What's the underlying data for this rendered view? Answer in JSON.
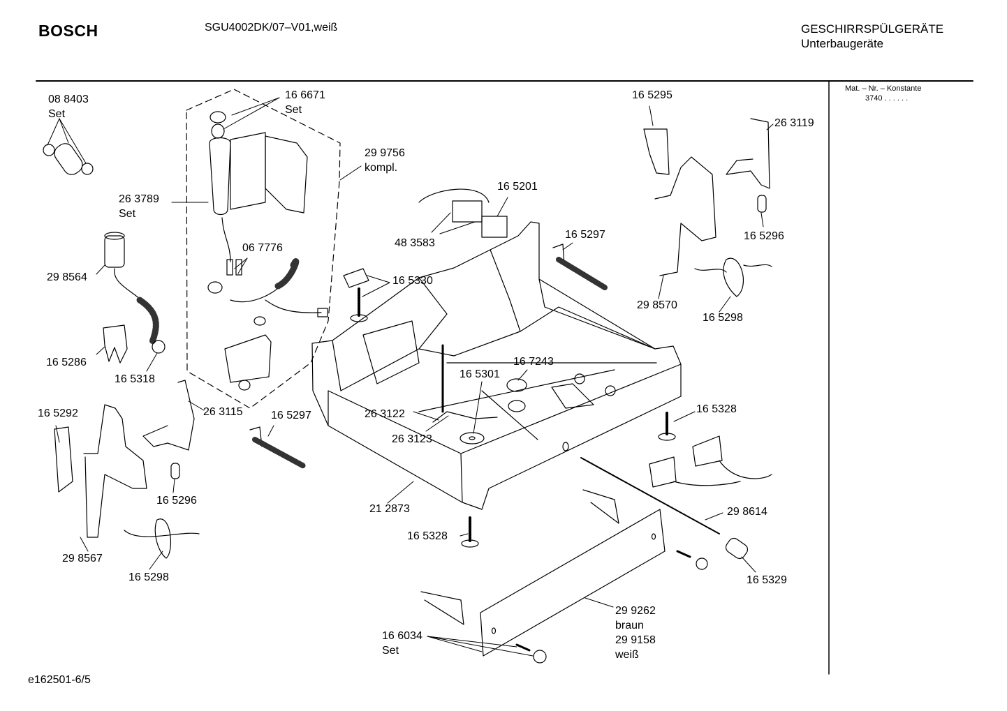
{
  "header": {
    "brand": "BOSCH",
    "model": "SGU4002DK/07–V01,weiß",
    "category": "GESCHIRRSPÜLGERÄTE",
    "subcategory": "Unterbaugeräte"
  },
  "sidebar": {
    "title": "Mat. – Nr. – Konstante",
    "value": "3740 .  .  .  .  .  ."
  },
  "footer": {
    "code": "e162501-6/5"
  },
  "parts": [
    {
      "lines": [
        "08 8403",
        "Set"
      ]
    },
    {
      "lines": [
        "16 6671",
        "Set"
      ]
    },
    {
      "lines": [
        "29 9756",
        "kompl."
      ]
    },
    {
      "lines": [
        "26 3789",
        "Set"
      ]
    },
    {
      "lines": [
        "06 7776"
      ]
    },
    {
      "lines": [
        "29 8564"
      ]
    },
    {
      "lines": [
        "16 5286"
      ]
    },
    {
      "lines": [
        "16 5318"
      ]
    },
    {
      "lines": [
        "16 5292"
      ]
    },
    {
      "lines": [
        "26 3115"
      ]
    },
    {
      "lines": [
        "16 5297"
      ]
    },
    {
      "lines": [
        "16 5296"
      ]
    },
    {
      "lines": [
        "29 8567"
      ]
    },
    {
      "lines": [
        "16 5298"
      ]
    },
    {
      "lines": [
        "16 5201"
      ]
    },
    {
      "lines": [
        "48 3583"
      ]
    },
    {
      "lines": [
        "16 5330"
      ]
    },
    {
      "lines": [
        "16 5297"
      ]
    },
    {
      "lines": [
        "16 7243"
      ]
    },
    {
      "lines": [
        "16 5301"
      ]
    },
    {
      "lines": [
        "26 3122"
      ]
    },
    {
      "lines": [
        "26 3123"
      ]
    },
    {
      "lines": [
        "21 2873"
      ]
    },
    {
      "lines": [
        "16 5328"
      ]
    },
    {
      "lines": [
        "16 5295"
      ]
    },
    {
      "lines": [
        "26 3119"
      ]
    },
    {
      "lines": [
        "16 5296"
      ]
    },
    {
      "lines": [
        "29 8570"
      ]
    },
    {
      "lines": [
        "16 5298"
      ]
    },
    {
      "lines": [
        "16 5328"
      ]
    },
    {
      "lines": [
        "29 8614"
      ]
    },
    {
      "lines": [
        "16 5329"
      ]
    },
    {
      "lines": [
        "29 9262",
        "braun",
        "29 9158",
        "weiß"
      ]
    },
    {
      "lines": [
        "16 6034",
        "Set"
      ]
    }
  ]
}
